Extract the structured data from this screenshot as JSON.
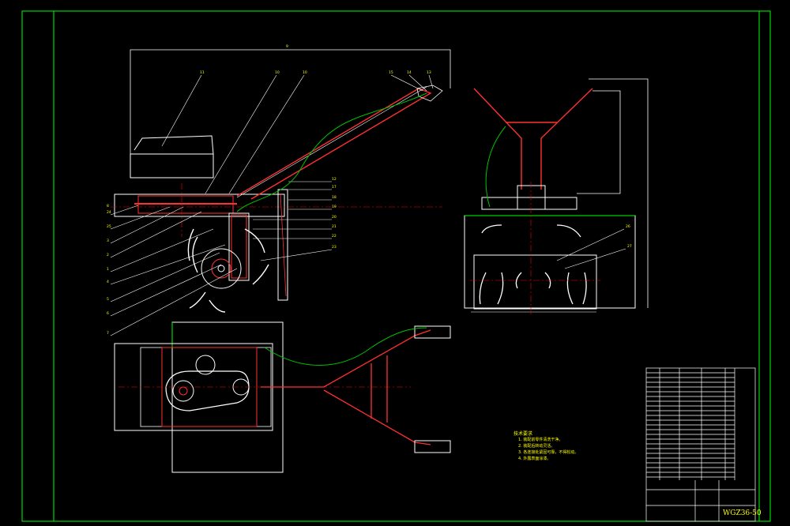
{
  "drawing": {
    "drawing_number": "WGZ36-50",
    "notes_title": "技术要求",
    "notes": [
      "1. 装配前零件清洗干净。",
      "2. 装配后转动灵活。",
      "3. 各连接处紧固可靠，不得松动。",
      "4. 外露表面涂漆。"
    ],
    "balloons_side": [
      "11",
      "10",
      "10",
      "15",
      "14",
      "13",
      "12",
      "17",
      "18",
      "19",
      "20",
      "21",
      "22",
      "23",
      "24",
      "25",
      "3",
      "2",
      "1",
      "4",
      "5",
      "6",
      "7",
      "8",
      "9"
    ],
    "balloons_front": [
      "26",
      "27"
    ]
  },
  "colors": {
    "background": "#000000",
    "border": "#00ff00",
    "outline": "#ffffff",
    "part": "#ff2020",
    "hatch": "#ff4040",
    "leader": "#ffffff",
    "cable": "#00c000",
    "text": "#ffff00",
    "centerline": "#ff0000"
  }
}
